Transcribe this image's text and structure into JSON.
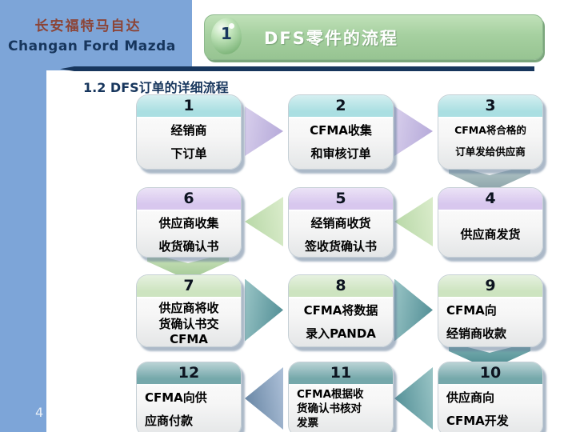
{
  "brand": {
    "cn": "长安福特马自达",
    "en": "Changan Ford Mazda"
  },
  "header": {
    "badge": "1",
    "title": "DFS零件的流程"
  },
  "section_title": "1.2 DFS订单的详细流程",
  "page_number": "4",
  "colors": {
    "panel_blue": "#7da5d8",
    "navy": "#17365d",
    "header_green": "#a6d0a0",
    "bands": {
      "cyan": "#aadfe2",
      "lavender": "#d8c7ee",
      "green": "#cde4c0",
      "teal": "#75a8ab"
    },
    "arrows": {
      "lavender": [
        "#d8cfec",
        "#b3a7d8"
      ],
      "green": [
        "#daeccb",
        "#b5d6a4"
      ],
      "teal": [
        "#9ac5c6",
        "#4c8a92"
      ],
      "steel": [
        "#adc0d8",
        "#61809f"
      ],
      "down_grayteal": [
        "#b7c9cb",
        "#89a2a7"
      ],
      "down_green": [
        "#cfe5bf",
        "#a0c793"
      ],
      "down_teal": [
        "#82b5b6",
        "#46868c"
      ]
    }
  },
  "flow": {
    "boxes": [
      {
        "num": "1",
        "lines": [
          "经销商",
          "下订单"
        ],
        "band": "cyan",
        "variant": "normal",
        "align": "center",
        "row": 0,
        "col": 0
      },
      {
        "num": "2",
        "lines": [
          "CFMA收集",
          "和审核订单"
        ],
        "band": "cyan",
        "variant": "normal",
        "align": "center",
        "row": 0,
        "col": 1
      },
      {
        "num": "3",
        "lines": [
          "CFMA将合格的",
          "订单发给供应商"
        ],
        "band": "cyan",
        "variant": "small",
        "align": "center",
        "row": 0,
        "col": 2
      },
      {
        "num": "6",
        "lines": [
          "供应商收集",
          "收货确认书"
        ],
        "band": "lavender",
        "variant": "normal",
        "align": "center",
        "row": 1,
        "col": 0
      },
      {
        "num": "5",
        "lines": [
          "经销商收货",
          "签收货确认书"
        ],
        "band": "lavender",
        "variant": "normal",
        "align": "center",
        "row": 1,
        "col": 1
      },
      {
        "num": "4",
        "lines": [
          "供应商发货"
        ],
        "band": "lavender",
        "variant": "single",
        "align": "center",
        "row": 1,
        "col": 2
      },
      {
        "num": "7",
        "lines": [
          "供应商将收",
          "货确认书交",
          "CFMA"
        ],
        "band": "green",
        "variant": "tight",
        "align": "center",
        "row": 2,
        "col": 0
      },
      {
        "num": "8",
        "lines": [
          "CFMA将数据",
          "录入PANDA"
        ],
        "band": "green",
        "variant": "normal",
        "align": "center",
        "row": 2,
        "col": 1
      },
      {
        "num": "9",
        "lines": [
          "CFMA向",
          "经销商收款"
        ],
        "band": "green",
        "variant": "normal",
        "align": "left",
        "row": 2,
        "col": 2
      },
      {
        "num": "12",
        "lines": [
          "CFMA向供",
          "应商付款"
        ],
        "band": "teal",
        "variant": "normal",
        "align": "left",
        "row": 3,
        "col": 0
      },
      {
        "num": "11",
        "lines": [
          "CFMA根据收",
          "货确认书核对",
          "发票"
        ],
        "band": "teal",
        "variant": "smalltight",
        "align": "left",
        "row": 3,
        "col": 1
      },
      {
        "num": "10",
        "lines": [
          "供应商向",
          "CFMA开发"
        ],
        "band": "teal",
        "variant": "normal",
        "align": "left",
        "row": 3,
        "col": 2
      }
    ],
    "arrows": [
      {
        "dir": "right",
        "style": "lavender",
        "row": 0,
        "gap": 0,
        "from": "1",
        "to": "2"
      },
      {
        "dir": "right",
        "style": "lavender",
        "row": 0,
        "gap": 1,
        "from": "2",
        "to": "3"
      },
      {
        "dir": "down",
        "style": "down_grayteal",
        "row": 0,
        "col": 2,
        "from": "3",
        "to": "4"
      },
      {
        "dir": "left",
        "style": "green",
        "row": 1,
        "gap": 1,
        "from": "4",
        "to": "5"
      },
      {
        "dir": "left",
        "style": "green",
        "row": 1,
        "gap": 0,
        "from": "5",
        "to": "6"
      },
      {
        "dir": "down",
        "style": "down_green",
        "row": 1,
        "col": 0,
        "from": "6",
        "to": "7"
      },
      {
        "dir": "right",
        "style": "teal",
        "row": 2,
        "gap": 0,
        "from": "7",
        "to": "8"
      },
      {
        "dir": "right",
        "style": "teal",
        "row": 2,
        "gap": 1,
        "from": "8",
        "to": "9"
      },
      {
        "dir": "down",
        "style": "down_teal",
        "row": 2,
        "col": 2,
        "from": "9",
        "to": "10"
      },
      {
        "dir": "left",
        "style": "teal",
        "row": 3,
        "gap": 1,
        "from": "10",
        "to": "11"
      },
      {
        "dir": "left",
        "style": "steel",
        "row": 3,
        "gap": 0,
        "from": "11",
        "to": "12"
      }
    ]
  }
}
